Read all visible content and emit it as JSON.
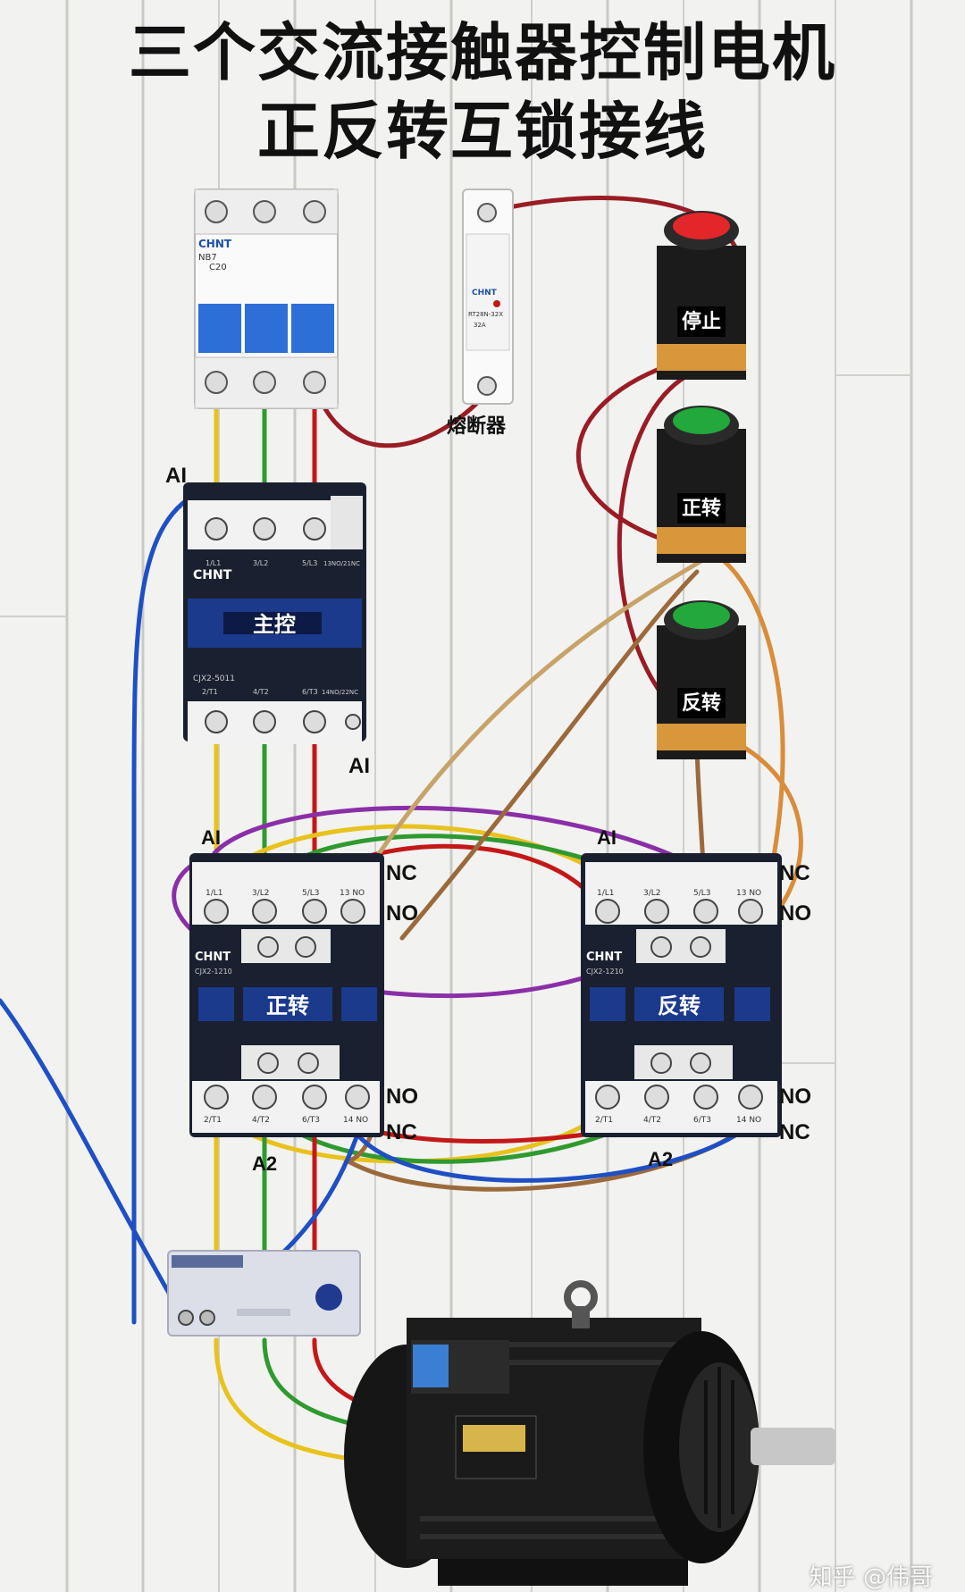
{
  "title": {
    "line1": "三个交流接触器控制电机",
    "line2": "正反转互锁接线"
  },
  "components": {
    "breaker": {
      "brand": "CHNT",
      "model": "NB7",
      "rating": "C20"
    },
    "fuse": {
      "brand": "CHNT",
      "model": "RT28N-32X",
      "rating": "32A",
      "label": "熔断器"
    },
    "btn_stop": {
      "label": "停止",
      "color": "#e3262a"
    },
    "btn_fwd": {
      "label": "正转",
      "color": "#23a83b"
    },
    "btn_rev": {
      "label": "反转",
      "color": "#23a83b"
    },
    "main_contactor": {
      "brand": "CHNT",
      "model": "CJX2-5011",
      "label": "主控",
      "top_terms": [
        "1/L1",
        "3/L2",
        "5/L3",
        "13NO/21NC"
      ],
      "bot_terms": [
        "2/T1",
        "4/T2",
        "6/T3",
        "14NO/22NC"
      ]
    },
    "fwd_contactor": {
      "brand": "CHNT",
      "model": "CJX2-1210",
      "label": "正转",
      "top_terms": [
        "1/L1",
        "3/L2",
        "5/L3",
        "13 NO"
      ],
      "bot_terms": [
        "2/T1",
        "4/T2",
        "6/T3",
        "14 NO"
      ]
    },
    "rev_contactor": {
      "brand": "CHNT",
      "model": "CJX2-1210",
      "label": "反转",
      "top_terms": [
        "1/L1",
        "3/L2",
        "5/L3",
        "13 NO"
      ],
      "bot_terms": [
        "2/T1",
        "4/T2",
        "6/T3",
        "14 NO"
      ]
    }
  },
  "labels": {
    "a1": "AI",
    "a2": "A2",
    "nc": "NC",
    "no": "NO"
  },
  "watermark": "知乎 @伟哥",
  "colors": {
    "wire_yellow": "#e8c21d",
    "wire_green": "#2f9a2f",
    "wire_red": "#c41818",
    "wire_blue": "#1f4fc4",
    "wire_purple": "#8a2fa8",
    "wire_brown": "#9b6a3c",
    "wire_orange": "#d98c3a",
    "wire_darkred": "#9a1c24",
    "wire_tan": "#c7a36a",
    "contactor_body": "#1a2030",
    "contactor_blue": "#1b3a8c"
  }
}
